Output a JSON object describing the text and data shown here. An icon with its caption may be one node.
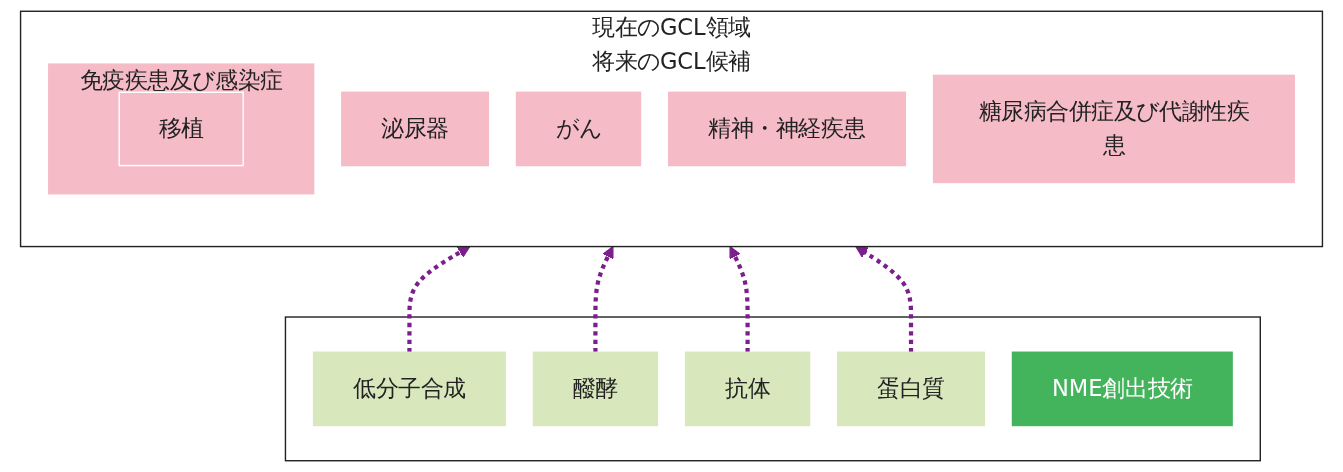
{
  "diagram": {
    "nodes": [
      {
        "text": [
          "現在のGCL領域",
          "将来のGCL候補"
        ]
      },
      {
        "text": [
          "泌尿器"
        ],
        "in": 0
      },
      {
        "text": [
          "免疫疾患及び感染症"
        ],
        "in": 0
      },
      {
        "text": [
          "移植"
        ],
        "in": 2
      },
      {
        "text": [
          "がん"
        ],
        "in": 0
      },
      {
        "text": [
          "精神・神経疾患"
        ],
        "in": 0
      },
      {
        "text": [
          "糖尿病合併症及び代謝性疾患"
        ],
        "in": 0
      },
      {
        "text": [],
        "shape": "box"
      },
      {
        "text": [
          "低分子合成"
        ],
        "in": 7
      },
      {
        "text": [
          "醱酵"
        ],
        "in": 7
      },
      {
        "text": [
          "抗体"
        ],
        "in": 7
      },
      {
        "text": [
          "蛋白質"
        ],
        "in": 7
      },
      {
        "text": [
          "NME創出技術"
        ],
        "in": 7
      }
    ],
    "edges": [
      {
        "from": 8,
        "to": 0,
        "arrow": "to",
        "style": "dashed",
        "color": "#7b1f8c"
      },
      {
        "from": 9,
        "to": 0,
        "arrow": "to",
        "style": "dashed",
        "color": "#7b1f8c"
      },
      {
        "from": 10,
        "to": 0,
        "arrow": "to",
        "style": "dashed",
        "color": "#7b1f8c"
      },
      {
        "from": 11,
        "to": 0,
        "arrow": "to",
        "style": "dashed",
        "color": "#7b1f8c"
      }
    ]
  }
}
